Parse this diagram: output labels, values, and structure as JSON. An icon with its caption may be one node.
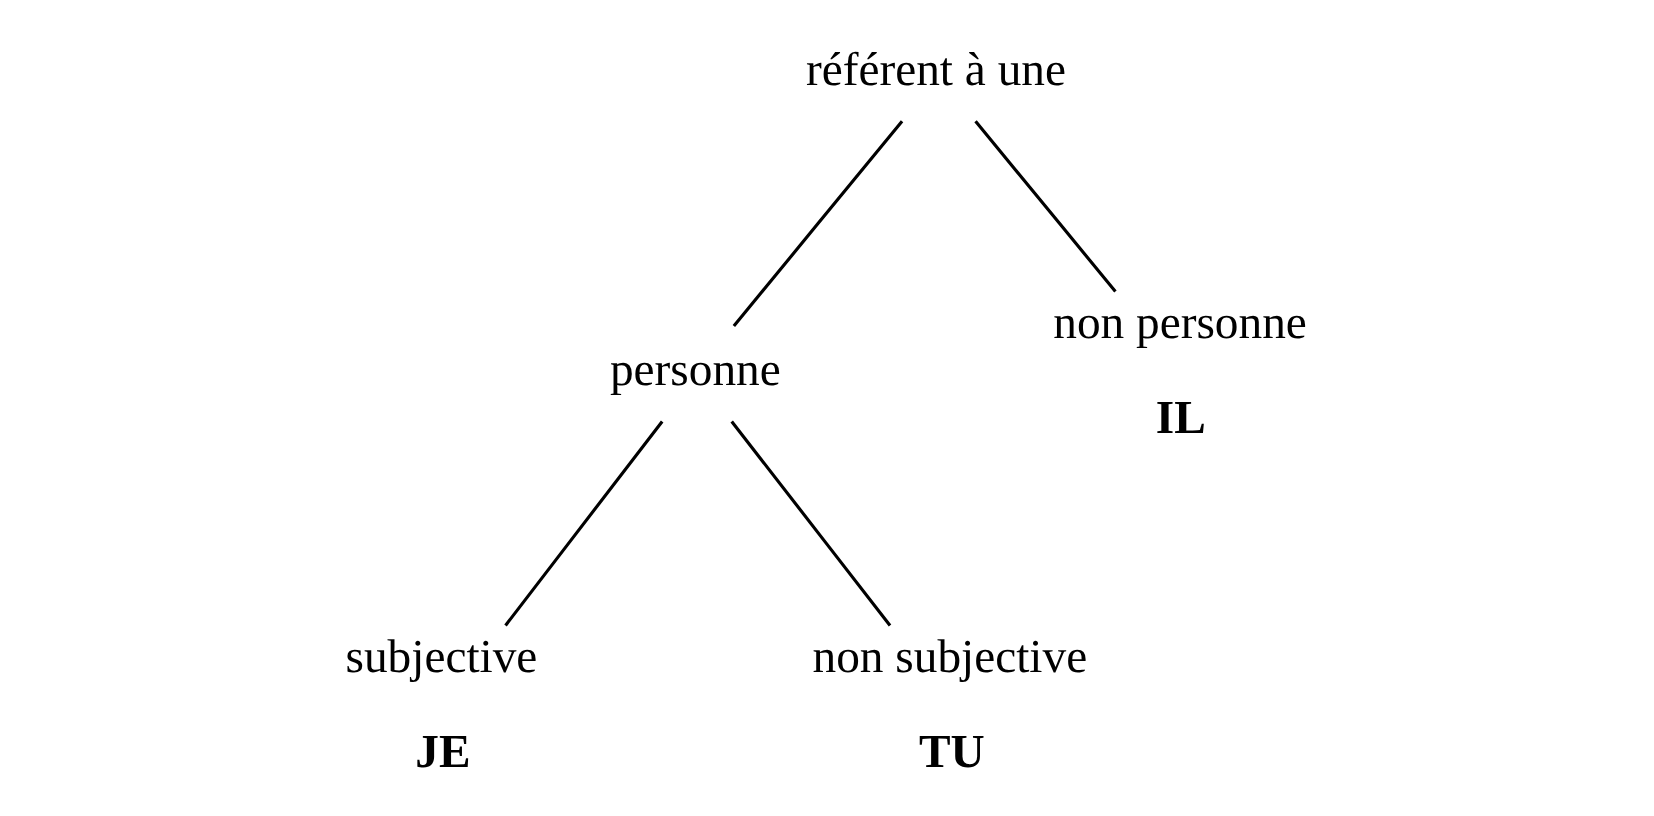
{
  "diagram": {
    "nodes": [
      {
        "text": [
          "référent à une"
        ]
      },
      {
        "text": [
          "personne"
        ]
      },
      {
        "text": [
          "non personne",
          "IL"
        ]
      },
      {
        "text": [
          "subjective",
          "JE"
        ]
      },
      {
        "text": [
          "non subjective",
          "TU"
        ]
      }
    ],
    "edges": [
      {
        "from": 0,
        "to": 1,
        "arrow": "none"
      },
      {
        "from": 0,
        "to": 2,
        "arrow": "none"
      },
      {
        "from": 1,
        "to": 3,
        "arrow": "none"
      },
      {
        "from": 1,
        "to": 4,
        "arrow": "none"
      }
    ]
  }
}
